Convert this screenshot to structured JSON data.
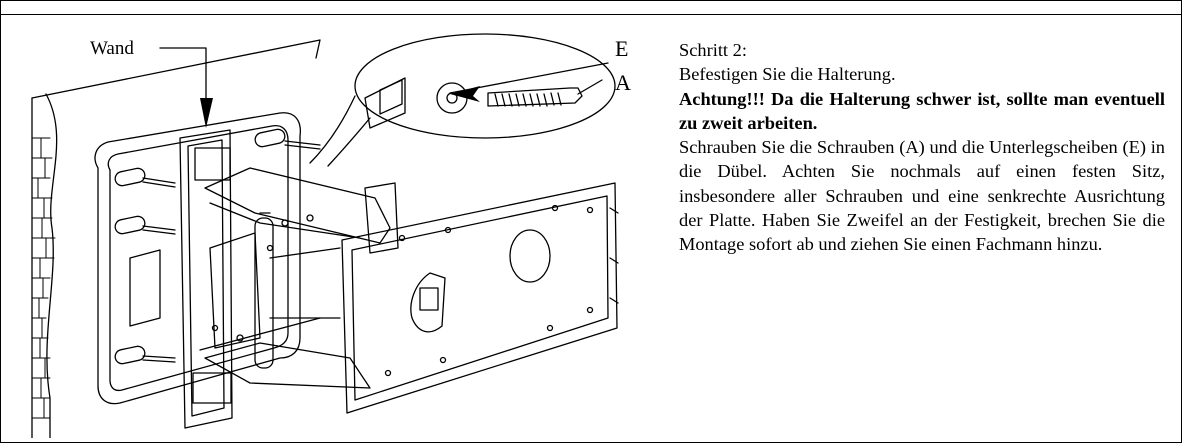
{
  "figure": {
    "label_wall": "Wand",
    "label_e": "E",
    "label_a": "A"
  },
  "instructions": {
    "step": "Schritt 2:",
    "instruction": "Befestigen Sie die Halterung.",
    "warning": "Achtung!!! Da die Halterung schwer ist, sollte man eventuell zu zweit arbeiten.",
    "body": "Schrauben Sie die Schrauben (A) und die Unterlegscheiben (E) in die Dübel. Achten Sie nochmals auf einen festen Sitz, insbesondere aller Schrauben und eine senkrechte Ausrichtung der Platte. Haben Sie Zweifel an der Festigkeit, brechen Sie die Montage sofort ab und ziehen Sie einen Fachmann hinzu."
  }
}
